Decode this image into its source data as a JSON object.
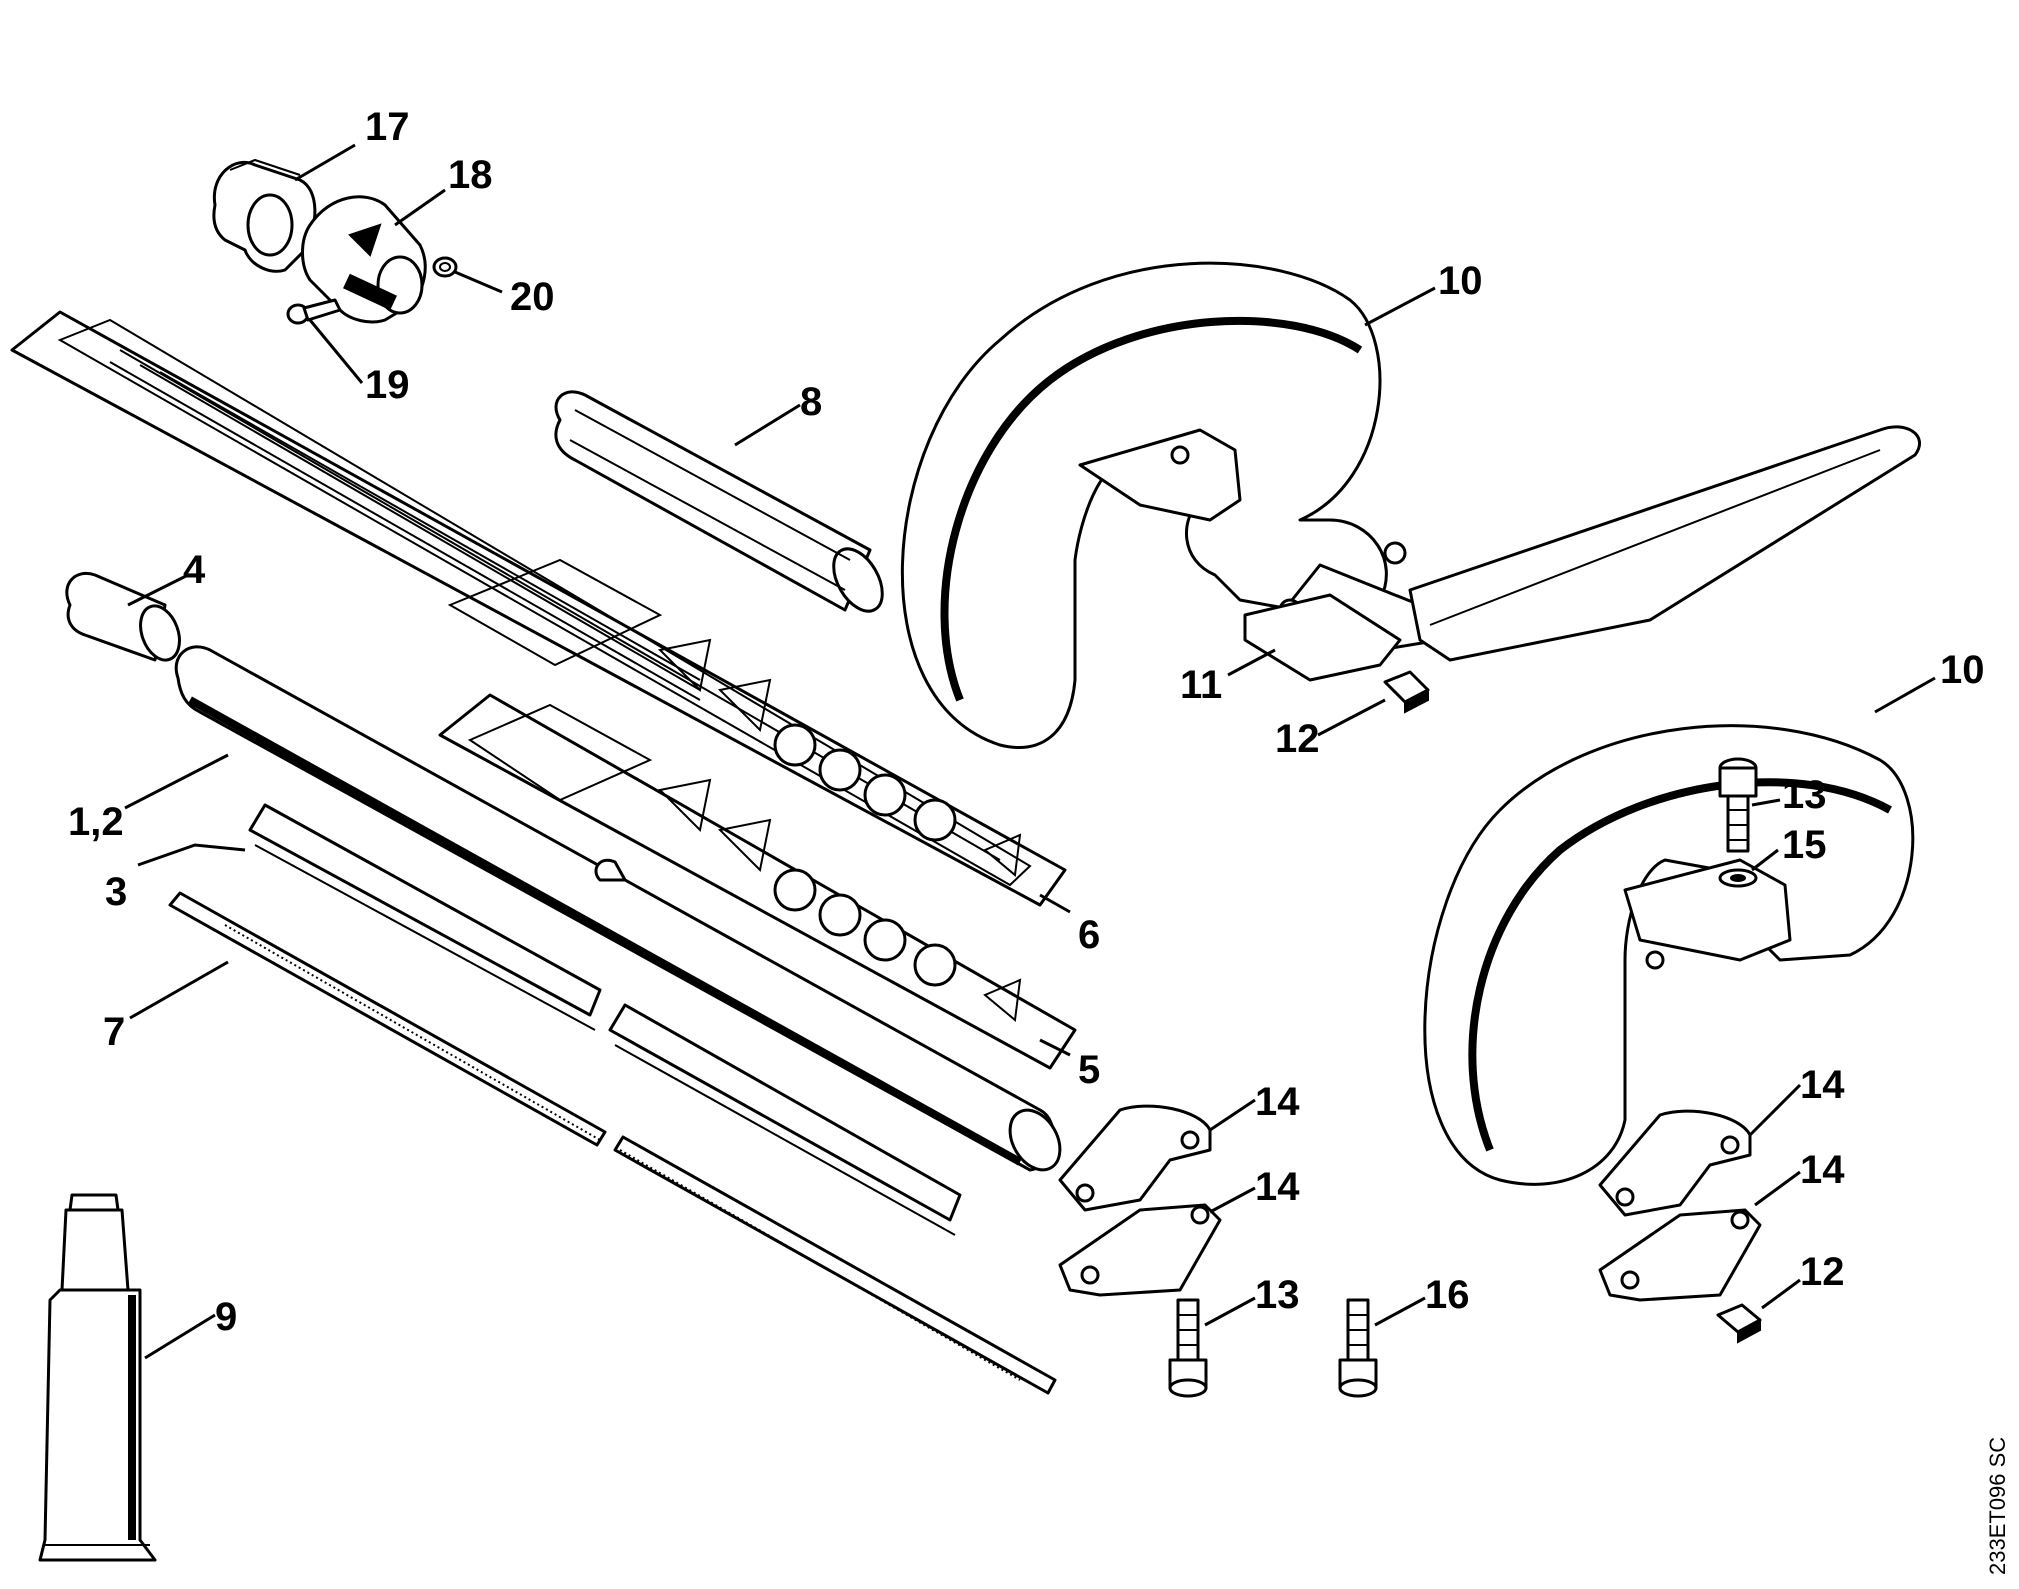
{
  "callouts": [
    {
      "id": "c17",
      "label": "17"
    },
    {
      "id": "c18",
      "label": "18"
    },
    {
      "id": "c20",
      "label": "20"
    },
    {
      "id": "c19",
      "label": "19"
    },
    {
      "id": "c8",
      "label": "8"
    },
    {
      "id": "c10a",
      "label": "10"
    },
    {
      "id": "c4",
      "label": "4"
    },
    {
      "id": "c11",
      "label": "11"
    },
    {
      "id": "c12a",
      "label": "12"
    },
    {
      "id": "c10b",
      "label": "10"
    },
    {
      "id": "c1-2",
      "label": "1,2"
    },
    {
      "id": "c13a",
      "label": "13"
    },
    {
      "id": "c15",
      "label": "15"
    },
    {
      "id": "c3",
      "label": "3"
    },
    {
      "id": "c6",
      "label": "6"
    },
    {
      "id": "c7",
      "label": "7"
    },
    {
      "id": "c5",
      "label": "5"
    },
    {
      "id": "c14a",
      "label": "14"
    },
    {
      "id": "c14b",
      "label": "14"
    },
    {
      "id": "c14c",
      "label": "14"
    },
    {
      "id": "c14d",
      "label": "14"
    },
    {
      "id": "c13b",
      "label": "13"
    },
    {
      "id": "c16",
      "label": "16"
    },
    {
      "id": "c12b",
      "label": "12"
    },
    {
      "id": "c9",
      "label": "9"
    }
  ],
  "drawing_code": "233ET096 SC"
}
